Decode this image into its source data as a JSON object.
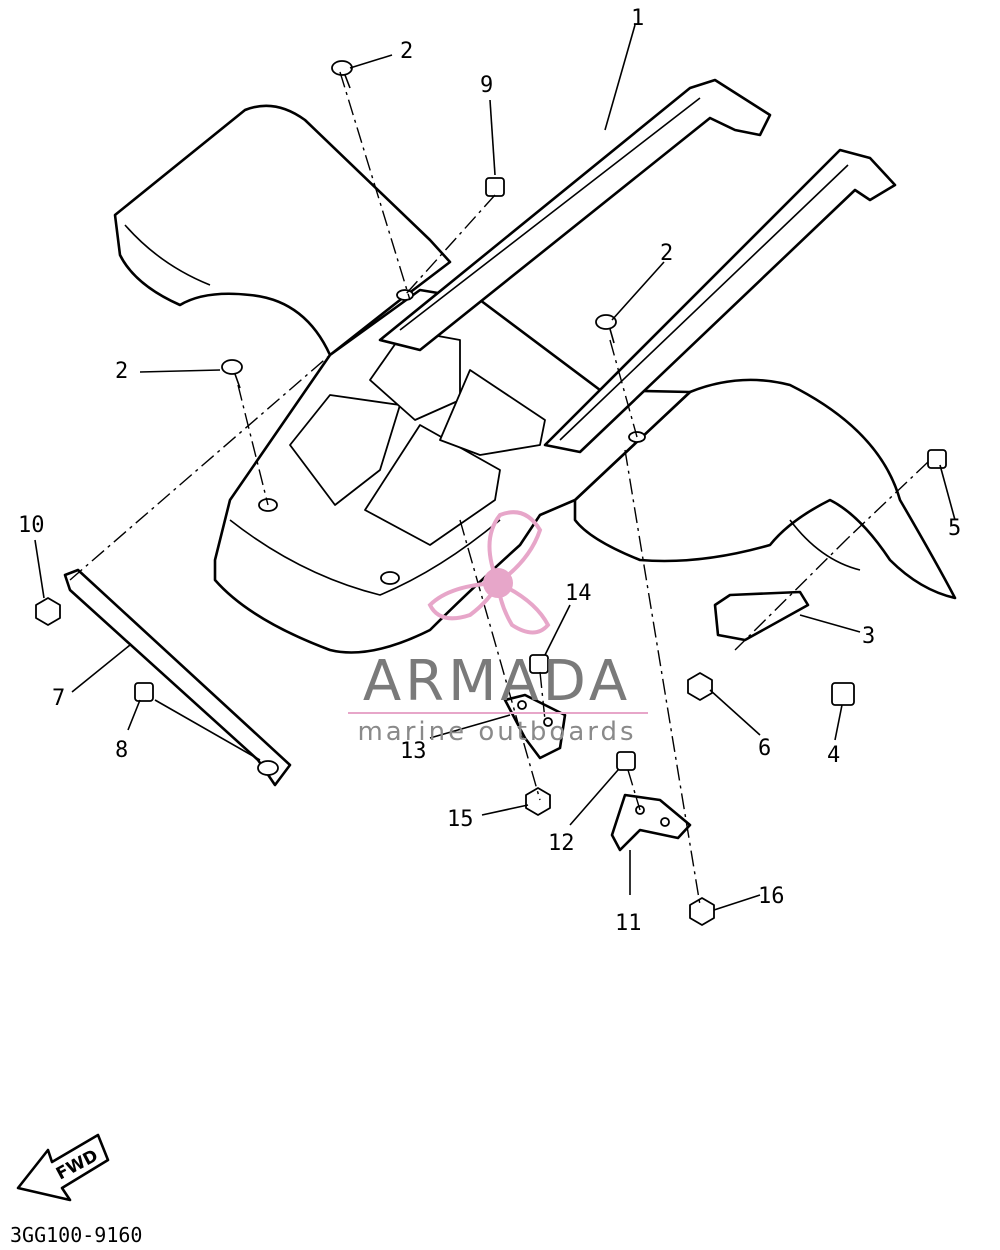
{
  "diagram_code": "3GG100-9160",
  "fwd_label": "FWD",
  "watermark": {
    "brand": "ARMADA",
    "tagline": "marine outboards",
    "accent_color": "#e7a6c9",
    "text_color": "#7a7a7a"
  },
  "callouts": {
    "c1": "1",
    "c2a": "2",
    "c2b": "2",
    "c2c": "2",
    "c3": "3",
    "c4": "4",
    "c5": "5",
    "c6": "6",
    "c7": "7",
    "c8": "8",
    "c9": "9",
    "c10": "10",
    "c11": "11",
    "c12": "12",
    "c13": "13",
    "c14": "14",
    "c15": "15",
    "c16": "16"
  }
}
